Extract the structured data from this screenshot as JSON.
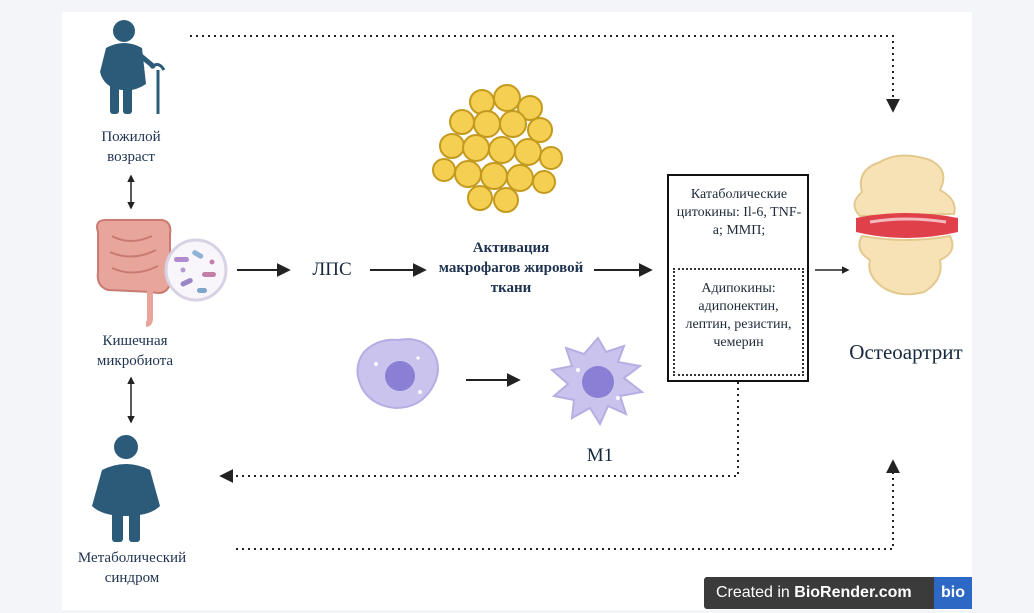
{
  "labels": {
    "elderly": "Пожилой возраст",
    "microbiota": "Кишечная микробиота",
    "metabolic": "Метаболический синдром",
    "lps": "ЛПС",
    "activation": "Активация макрофагов жировой ткани",
    "m1": "М1",
    "osteoarthritis": "Остеоартрит"
  },
  "cytokines": {
    "catabolic": "Катаболические цитокины: Il-6, TNF-a; ММП;",
    "adipokines": "Адипокины: адипонектин, лептин, резистин, чемерин"
  },
  "badge": {
    "prefix": "Created in ",
    "brand": "BioRender.com",
    "logo": "bio"
  },
  "colors": {
    "person": "#2c5b7a",
    "fat_fill": "#f4cf52",
    "fat_edge": "#c49a1e",
    "macrophage": "#c9c3ee",
    "nucleus": "#8a7fd4",
    "intestine": "#e8a59c",
    "bone": "#f6e2b4",
    "cartilage": "#e0404a",
    "arrow": "#222222",
    "text": "#1f3350",
    "badge_bg": "#3b3b3b",
    "badge_logo": "#2d68c4"
  }
}
